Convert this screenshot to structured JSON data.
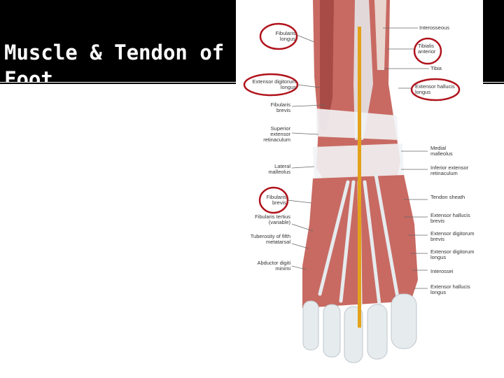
{
  "slide": {
    "title": "Muscle & Tendon of Foot"
  },
  "figure": {
    "left_labels": [
      {
        "id": "fibularis-longus",
        "text": "Fibularis longus",
        "circled": true
      },
      {
        "id": "extensor-digitorum-longus",
        "text": "Extensor digitorum longus",
        "circled": true
      },
      {
        "id": "fibularis-brevis",
        "text": "Fibularis brevis",
        "circled": false
      },
      {
        "id": "superior-extensor-retinaculum",
        "text": "Superior extensor retinaculum",
        "circled": false
      },
      {
        "id": "lateral-malleolus",
        "text": "Lateral malleolus",
        "circled": false
      },
      {
        "id": "fibularis-brevis-2",
        "text": "Fibularis brevis",
        "circled": true
      },
      {
        "id": "fibularis-tertius",
        "text": "Fibularis tertius (variable)",
        "circled": false
      },
      {
        "id": "tuberosity-fifth-metatarsal",
        "text": "Tuberosity of fifth metatarsal",
        "circled": false
      },
      {
        "id": "abductor-digiti-minimi",
        "text": "Abductor digiti minimi",
        "circled": false
      }
    ],
    "right_labels": [
      {
        "id": "interosseous",
        "text": "Interosseous",
        "circled": false
      },
      {
        "id": "tibialis-anterior",
        "text": "Tibialis anterior",
        "circled": true
      },
      {
        "id": "tibia",
        "text": "Tibia",
        "circled": false
      },
      {
        "id": "extensor-hallucis-longus",
        "text": "Extensor hallucis longus",
        "circled": true
      },
      {
        "id": "medial-malleolus",
        "text": "Medial malleolus",
        "circled": false
      },
      {
        "id": "inferior-extensor-retinaculum",
        "text": "Inferior extensor retinaculum",
        "circled": false
      },
      {
        "id": "tendon-sheath",
        "text": "Tendon sheath",
        "circled": false
      },
      {
        "id": "extensor-hallucis-brevis",
        "text": "Extensor hallucis brevis",
        "circled": false
      },
      {
        "id": "extensor-digitorum-brevis",
        "text": "Extensor digitorum brevis",
        "circled": false
      },
      {
        "id": "extensor-digitorum-longus-r",
        "text": "Extensor digitorum longus",
        "circled": false
      },
      {
        "id": "interossei",
        "text": "Interossei",
        "circled": false
      },
      {
        "id": "extensor-hallucis-longus-r",
        "text": "Extensor hallucis longus",
        "circled": false
      }
    ],
    "colors": {
      "muscle": "#c86a62",
      "muscle_dark": "#a84a45",
      "tendon": "#e6ebee",
      "retinaculum": "#f1f3f5",
      "circle": "#b0121b",
      "midline": "#e3a21a"
    }
  }
}
